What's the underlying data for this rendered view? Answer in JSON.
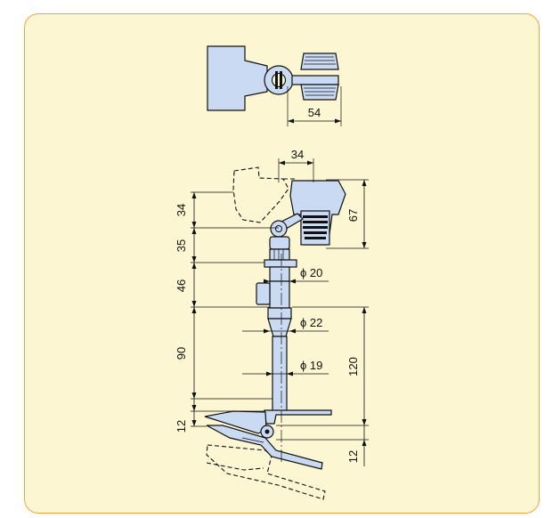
{
  "top_view": {
    "width_label": "54"
  },
  "side_view": {
    "head_offset_label": "34",
    "head_height_label": "67",
    "upper_gap_label": "34",
    "joint_label": "35",
    "knob_section_label": "46",
    "dia_top_label": "ϕ 20",
    "dia_mid_label": "ϕ 22",
    "dia_low_label": "ϕ 19",
    "shaft_label": "90",
    "total_right_label": "120",
    "clip_left_label": "12",
    "clip_right_label": "12"
  },
  "colors": {
    "panel_background": "#fdf6d2",
    "panel_border": "#f0a53c",
    "part_fill": "#c9daf2"
  }
}
